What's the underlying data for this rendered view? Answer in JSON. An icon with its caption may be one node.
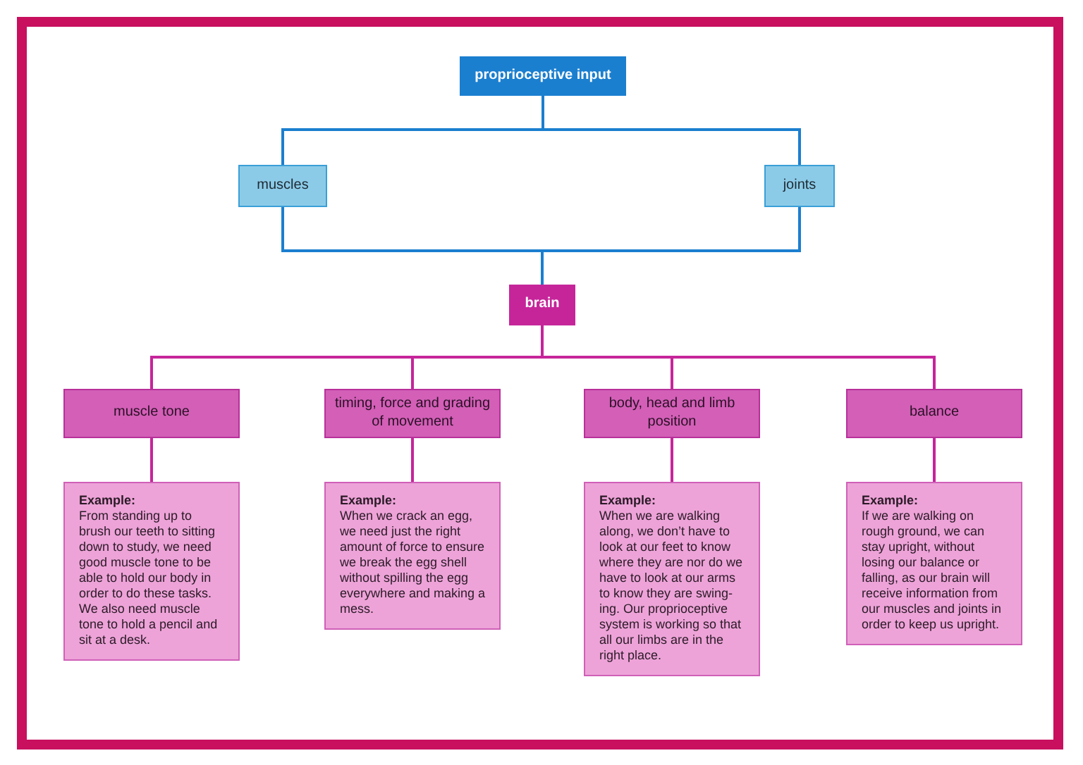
{
  "diagram": {
    "nodes": [
      {
        "text": [
          "proprioceptive input"
        ]
      },
      {
        "text": [
          "muscles"
        ]
      },
      {
        "text": [
          "joints"
        ]
      },
      {
        "text": [
          "brain"
        ]
      },
      {
        "text": [
          "muscle tone"
        ]
      },
      {
        "text": [
          "timing, force and grading of movement"
        ]
      },
      {
        "text": [
          "body, head and limb position"
        ]
      },
      {
        "text": [
          "balance"
        ]
      },
      {
        "text": [
          "Example:",
          "From standing up to brush our teeth to sitting down to study, we need good muscle tone to be able to hold our body in order to do these tasks. We also need muscle tone to hold a pencil and sit at a desk."
        ]
      },
      {
        "text": [
          "Example:",
          "When we crack an egg, we need just the right amount of force to ensure we break the egg shell without spilling the egg everywhere and making a mess."
        ]
      },
      {
        "text": [
          "Example:",
          "When we are walking along, we don’t have to look at our feet to know where they are nor do we have to look at our arms to know they are swing-ing. Our proprioceptive system is working so that all our limbs are in the right place."
        ]
      },
      {
        "text": [
          "Example:",
          "If we are walking on rough ground, we can stay upright, without losing our balance or falling, as our brain will receive information from our muscles and joints in order to keep us upright."
        ]
      }
    ],
    "edges": [
      {
        "from": 0,
        "to": 1,
        "arrow": "none",
        "color": "#1b7fcf"
      },
      {
        "from": 0,
        "to": 2,
        "arrow": "none",
        "color": "#1b7fcf"
      },
      {
        "from": 1,
        "to": 3,
        "arrow": "none",
        "color": "#1b7fcf"
      },
      {
        "from": 2,
        "to": 3,
        "arrow": "none",
        "color": "#1b7fcf"
      },
      {
        "from": 3,
        "to": 4,
        "arrow": "none"
      },
      {
        "from": 3,
        "to": 5,
        "arrow": "none"
      },
      {
        "from": 3,
        "to": 6,
        "arrow": "none"
      },
      {
        "from": 3,
        "to": 7,
        "arrow": "none"
      },
      {
        "from": 4,
        "to": 8,
        "arrow": "none"
      },
      {
        "from": 5,
        "to": 9,
        "arrow": "none"
      },
      {
        "from": 6,
        "to": 10,
        "arrow": "none"
      },
      {
        "from": 7,
        "to": 11,
        "arrow": "none"
      }
    ]
  }
}
